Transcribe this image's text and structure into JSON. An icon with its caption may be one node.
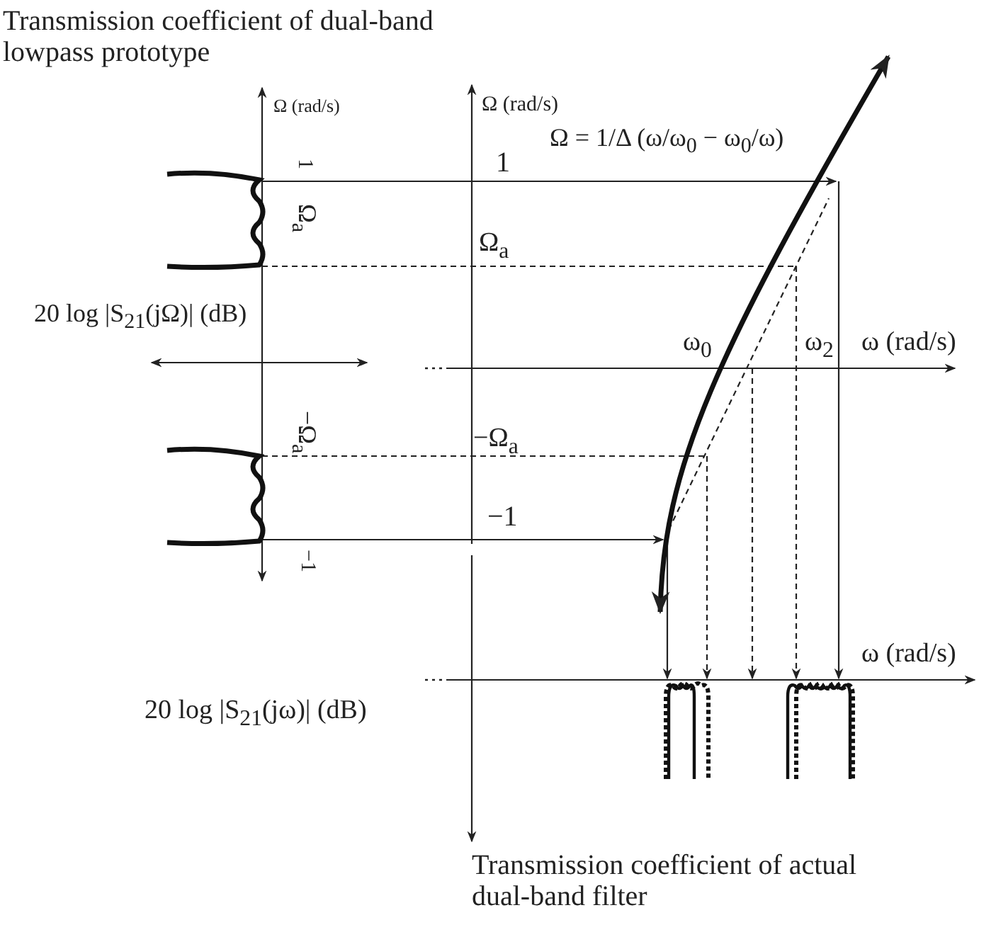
{
  "diagram": {
    "labels": [
      "Transmission coefficient of dual-band lowpass prototype",
      "Ω (rad/s)",
      "Ω (rad/s)",
      "Ω = 1/Δ (ω/ω$_{0}$ − ω$_{0}$/ω)",
      "1",
      "1",
      "Ω$_{a}$",
      "Ω$_{a}$",
      "20 log |S$_{21}$(jΩ)| (dB)",
      "ω$_{0}$",
      "ω$_{2}$",
      "ω (rad/s)",
      "−Ω$_{a}$",
      "−Ω$_{a}$",
      "−1",
      "−1",
      "ω (rad/s)",
      "20 log |S$_{21}$(jω)| (dB)",
      "Transmission coefficient of actual dual-band filter"
    ]
  }
}
